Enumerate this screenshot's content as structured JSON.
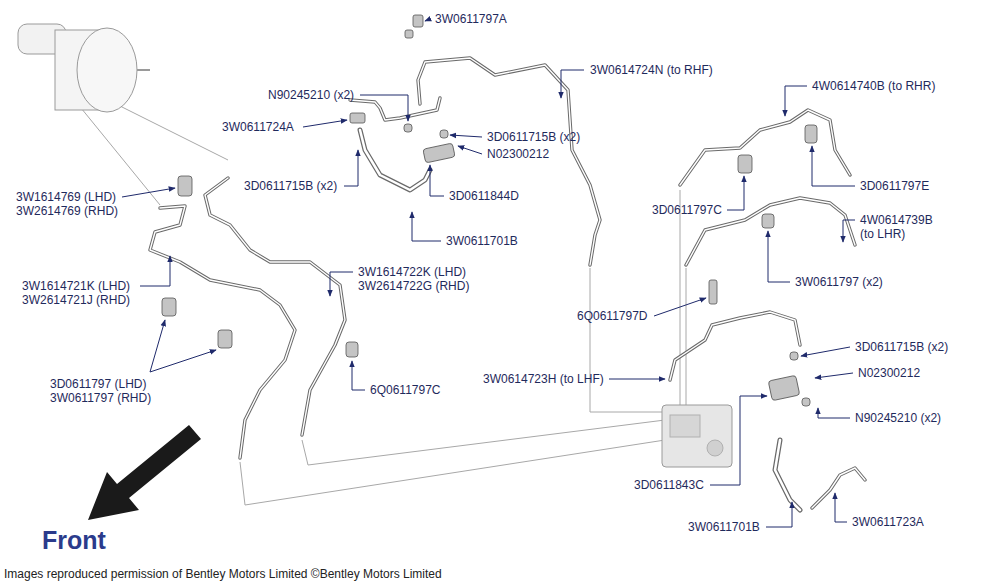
{
  "diagram": {
    "caption": "Images reproduced permission of Bentley Motors Limited ©Bentley Motors Limited",
    "labels": [
      "3W0611797A",
      "3W0614724N (to RHF)",
      "N90245210 (x2)",
      "4W0614740B (to RHR)",
      "3W0611724A",
      "3D0611715B (x2)",
      "N02300212",
      "3D0611715B (x2)",
      "3W1614769 (LHD) 3W2614769 (RHD)",
      "3D0611844D",
      "3D0611797E",
      "3D0611797C",
      "4W0614739B (to LHR)",
      "3W0611701B",
      "3W1614722K (LHD) 3W2614722G (RHD)",
      "3W1614721K (LHD) 3W2614721J (RHD)",
      "3W0611797 (x2)",
      "6Q0611797D",
      "3D0611715B (x2)",
      "N02300212",
      "3W0614723H (to LHF)",
      "3D0611797 (LHD) 3W0611797 (RHD)",
      "6Q0611797C",
      "N90245210 (x2)",
      "3D0611843C",
      "3W0611701B",
      "3W0611723A",
      "Front"
    ]
  }
}
